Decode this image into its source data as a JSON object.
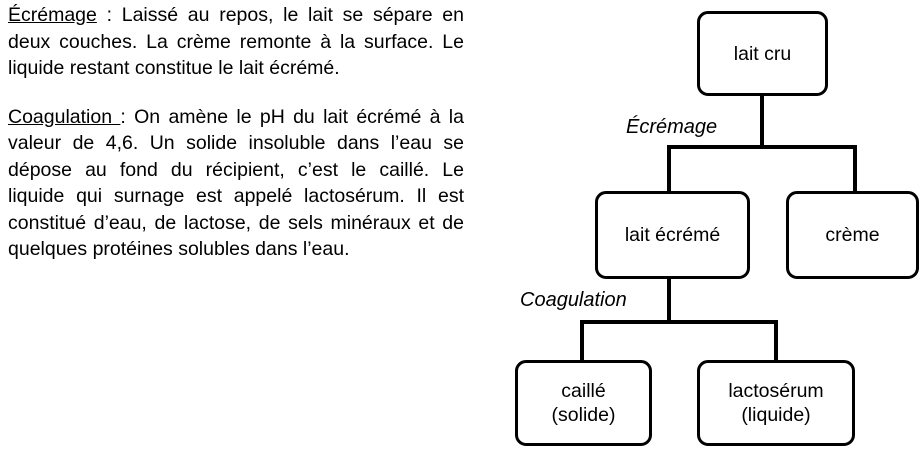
{
  "text": {
    "ecremage": {
      "term": "Écrémage",
      "body": " : Laissé au repos, le lait se sépare en deux couches. La crème remonte à la surface. Le liquide restant constitue le lait écrémé."
    },
    "coagulation": {
      "term": "Coagulation ",
      "body": ": On amène le pH du lait écrémé à la valeur de 4,6. Un solide insoluble dans l’eau se dépose au fond du récipient, c’est le caillé. Le liquide qui surnage est appelé lactosérum. Il est constitué d’eau, de lactose, de sels minéraux et de quelques protéines solubles dans l’eau."
    }
  },
  "diagram": {
    "nodes": {
      "lait_cru": "lait cru",
      "lait_ecreme": "lait écrémé",
      "creme": "crème",
      "caille": {
        "line1": "caillé",
        "line2": "(solide)"
      },
      "lactoserum": {
        "line1": "lactosérum",
        "line2": "(liquide)"
      }
    },
    "steps": {
      "ecremage": "Écrémage",
      "coagulation": "Coagulation"
    }
  }
}
